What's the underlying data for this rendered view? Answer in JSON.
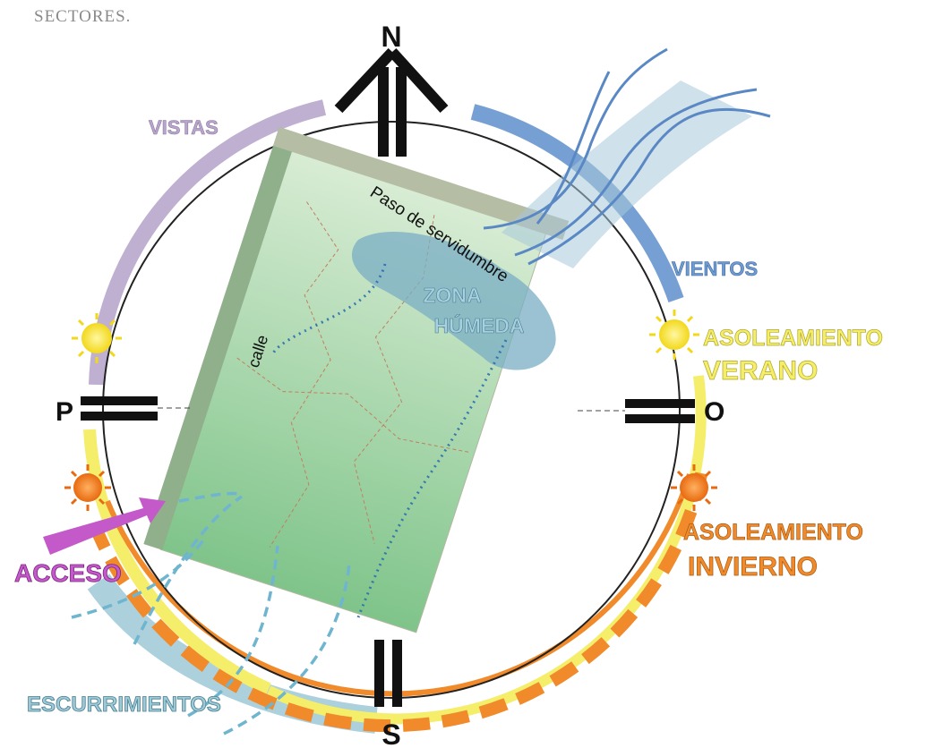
{
  "header": {
    "text": "SECTORES."
  },
  "compass": {
    "north": "N",
    "south": "S",
    "west": "P",
    "east": "O"
  },
  "labels": {
    "vistas": "VISTAS",
    "vientos": "VIENTOS",
    "asoleamiento_verano_1": "ASOLEAMIENTO",
    "asoleamiento_verano_2": "VERANO",
    "asoleamiento_invierno_1": "ASOLEAMIENTO",
    "asoleamiento_invierno_2": "INVIERNO",
    "acceso": "ACCESO",
    "escurrimientos": "ESCURRIMIENTOS",
    "zona_humeda_1": "ZONA",
    "zona_humeda_2": "HÚMEDA",
    "paso": "Paso de servidumbre",
    "calle": "calle"
  },
  "colors": {
    "vistas": "#b8a6cc",
    "vientos": "#6f9bd1",
    "verano": "#f4ee6a",
    "invierno": "#f08a2a",
    "acceso": "#c45ac9",
    "escurrimientos": "#9ec9d6",
    "plot": "#9fcf9f",
    "wet": "#7aaec4"
  }
}
